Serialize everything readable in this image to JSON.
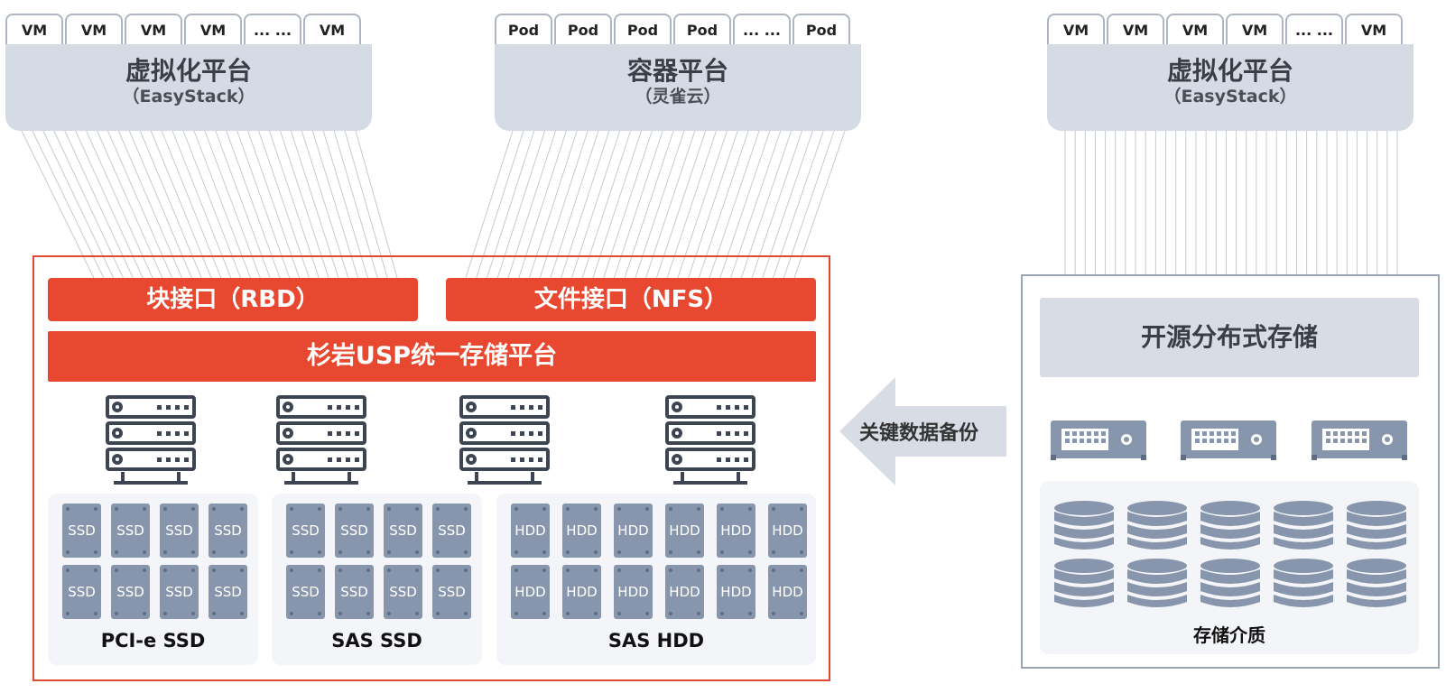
{
  "left_platform": {
    "tabs": [
      "VM",
      "VM",
      "VM",
      "VM",
      "... ...",
      "VM"
    ],
    "title": "虚拟化平台",
    "subtitle": "（EasyStack）"
  },
  "center_platform": {
    "tabs": [
      "Pod",
      "Pod",
      "Pod",
      "Pod",
      "... ...",
      "Pod"
    ],
    "title": "容器平台",
    "subtitle": "（灵雀云）"
  },
  "right_platform": {
    "tabs": [
      "VM",
      "VM",
      "VM",
      "VM",
      "... ...",
      "VM"
    ],
    "title": "虚拟化平台",
    "subtitle": "（EasyStack）"
  },
  "usp": {
    "block_interface": "块接口（RBD）",
    "file_interface": "文件接口（NFS）",
    "platform": "杉岩USP统一存储平台",
    "groups": [
      {
        "label": "PCI-e SSD",
        "disk": "SSD"
      },
      {
        "label": "SAS SSD",
        "disk": "SSD"
      },
      {
        "label": "SAS HDD",
        "disk": "HDD"
      }
    ]
  },
  "backup_arrow": {
    "label": "关键数据备份"
  },
  "open_source": {
    "title": "开源分布式存储",
    "media_label": "存储介质"
  },
  "colors": {
    "accent_red": "#e8482f",
    "platform_gray": "#d5dbe4",
    "disk_blue": "#8796ac",
    "icon_dark": "#3d4452"
  }
}
